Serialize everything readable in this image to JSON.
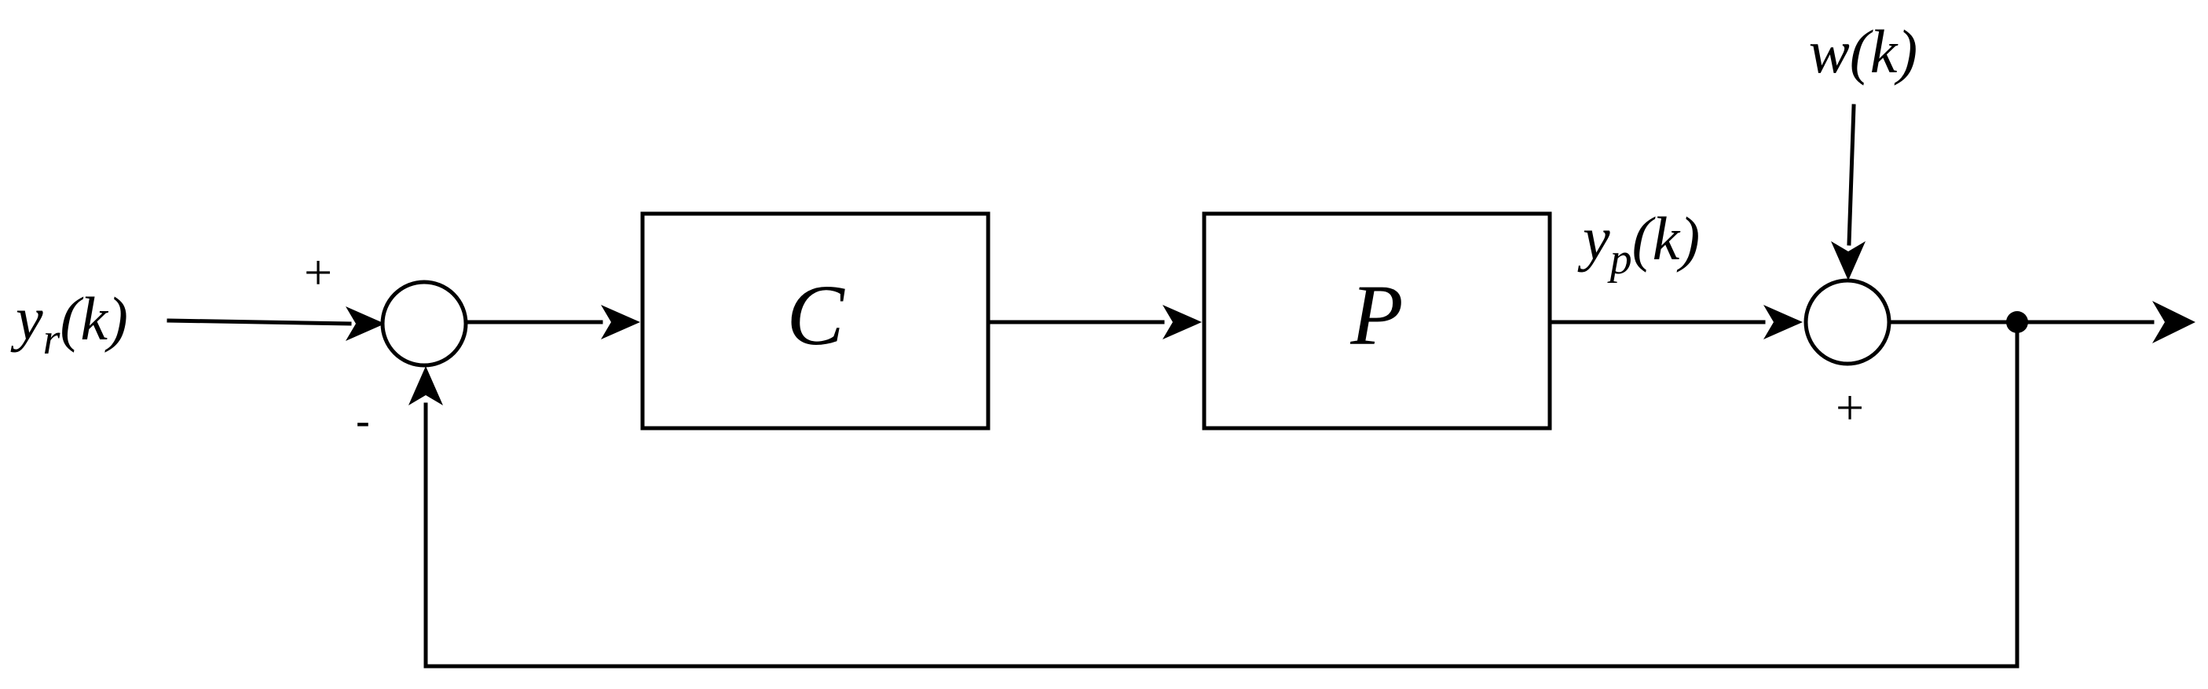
{
  "signals": {
    "reference": {
      "base": "y",
      "sub": "r",
      "arg": "(k)"
    },
    "plant_output": {
      "base": "y",
      "sub": "p",
      "arg": "(k)"
    },
    "disturbance": {
      "text": "w(k)"
    }
  },
  "blocks": {
    "controller": "C",
    "plant": "P"
  },
  "signs": {
    "sum1_input": "+",
    "sum1_feedback": "-",
    "sum2_bottom": "+"
  },
  "colors": {
    "stroke": "#000000",
    "background": "#ffffff"
  }
}
